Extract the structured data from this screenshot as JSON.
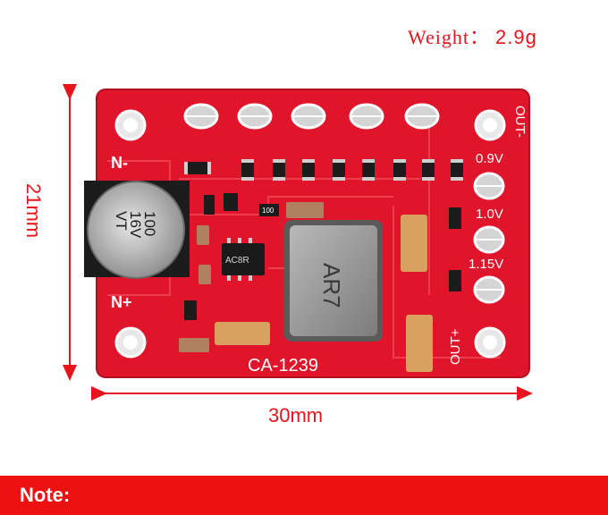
{
  "weight": {
    "label": "Weight：",
    "value": "2.9g"
  },
  "dimensions": {
    "height": "21mm",
    "width": "30mm"
  },
  "board": {
    "model": "CA-1239",
    "pins": {
      "neg_in": "N-",
      "pos_in": "N+",
      "out_pos": "OUT+",
      "out_neg": "OUT-"
    },
    "voltages": [
      "0.9V",
      "1.0V",
      "1.15V"
    ],
    "capacitor": [
      "100",
      "16V",
      "VT"
    ],
    "inductor": "AR7",
    "chip": "AC8R",
    "resistor": "100"
  },
  "note": {
    "label": "Note:"
  },
  "colors": {
    "accent": "#e8141b",
    "pcb": "#e0152b",
    "note_bar": "#ee1111"
  }
}
